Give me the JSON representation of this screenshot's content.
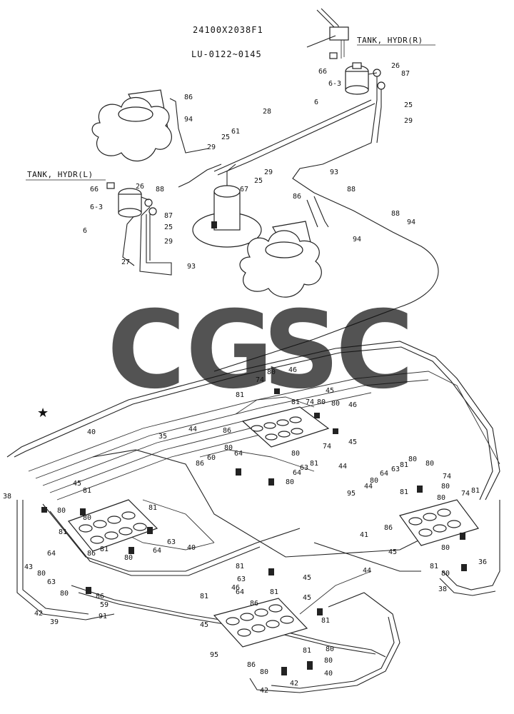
{
  "header": {
    "part_number": "24100X2038F1",
    "serial_range": "LU-0122~0145"
  },
  "tanks": {
    "right": "TANK, HYDR(R)",
    "left": "TANK, HYDR(L)"
  },
  "watermark": {
    "letters": [
      "C",
      "G",
      "S",
      "C"
    ],
    "colors": [
      "#6a9ef0",
      "#f0786a",
      "#f5cd47",
      "#5fb98a"
    ]
  },
  "star": "★",
  "callouts": {
    "upper": [
      "66",
      "6-3",
      "6",
      "26",
      "87",
      "25",
      "29",
      "86",
      "94",
      "28",
      "29",
      "25",
      "61",
      "29",
      "25",
      "67",
      "93",
      "86",
      "88",
      "88",
      "94",
      "94",
      "66",
      "26",
      "88",
      "6-3",
      "6",
      "87",
      "25",
      "29",
      "27",
      "93"
    ],
    "lower": [
      "46",
      "74",
      "80",
      "45",
      "81",
      "81",
      "74",
      "80",
      "46",
      "45",
      "74",
      "80",
      "40",
      "35",
      "44",
      "86",
      "64",
      "80",
      "86",
      "60",
      "63",
      "80",
      "80",
      "64",
      "81",
      "44",
      "95",
      "44",
      "80",
      "64",
      "63",
      "81",
      "80",
      "80",
      "74",
      "80",
      "74",
      "81",
      "38",
      "45",
      "81",
      "80",
      "81",
      "81",
      "80",
      "86",
      "64",
      "81",
      "80",
      "63",
      "40",
      "41",
      "81",
      "80",
      "86",
      "80",
      "36",
      "45",
      "81",
      "80",
      "38",
      "43",
      "64",
      "80",
      "63",
      "80",
      "86",
      "59",
      "42",
      "39",
      "91",
      "44",
      "81",
      "63",
      "64",
      "81",
      "45",
      "45",
      "81",
      "46",
      "86",
      "81",
      "81",
      "45",
      "95",
      "80",
      "80",
      "40",
      "86",
      "80",
      "42",
      "42"
    ]
  }
}
